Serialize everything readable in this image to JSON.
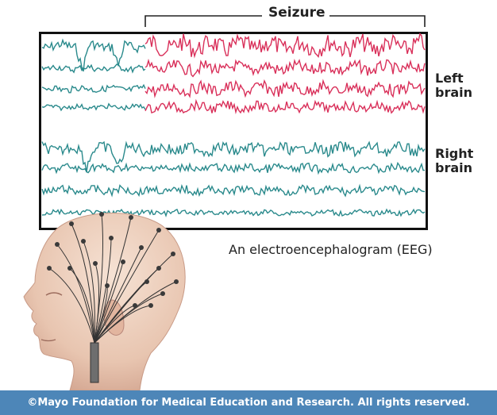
{
  "diagram": {
    "seizure_label": "Seizure",
    "left_label_line1": "Left",
    "left_label_line2": "brain",
    "right_label_line1": "Right",
    "right_label_line2": "brain",
    "caption": "An electroencephalogram (EEG)",
    "footer": "©Mayo Foundation for Medical Education and Research. All rights reserved."
  },
  "colors": {
    "normal_wave": "#2a8a8c",
    "seizure_wave": "#d9305a",
    "footer_bg": "#4d86b8"
  }
}
